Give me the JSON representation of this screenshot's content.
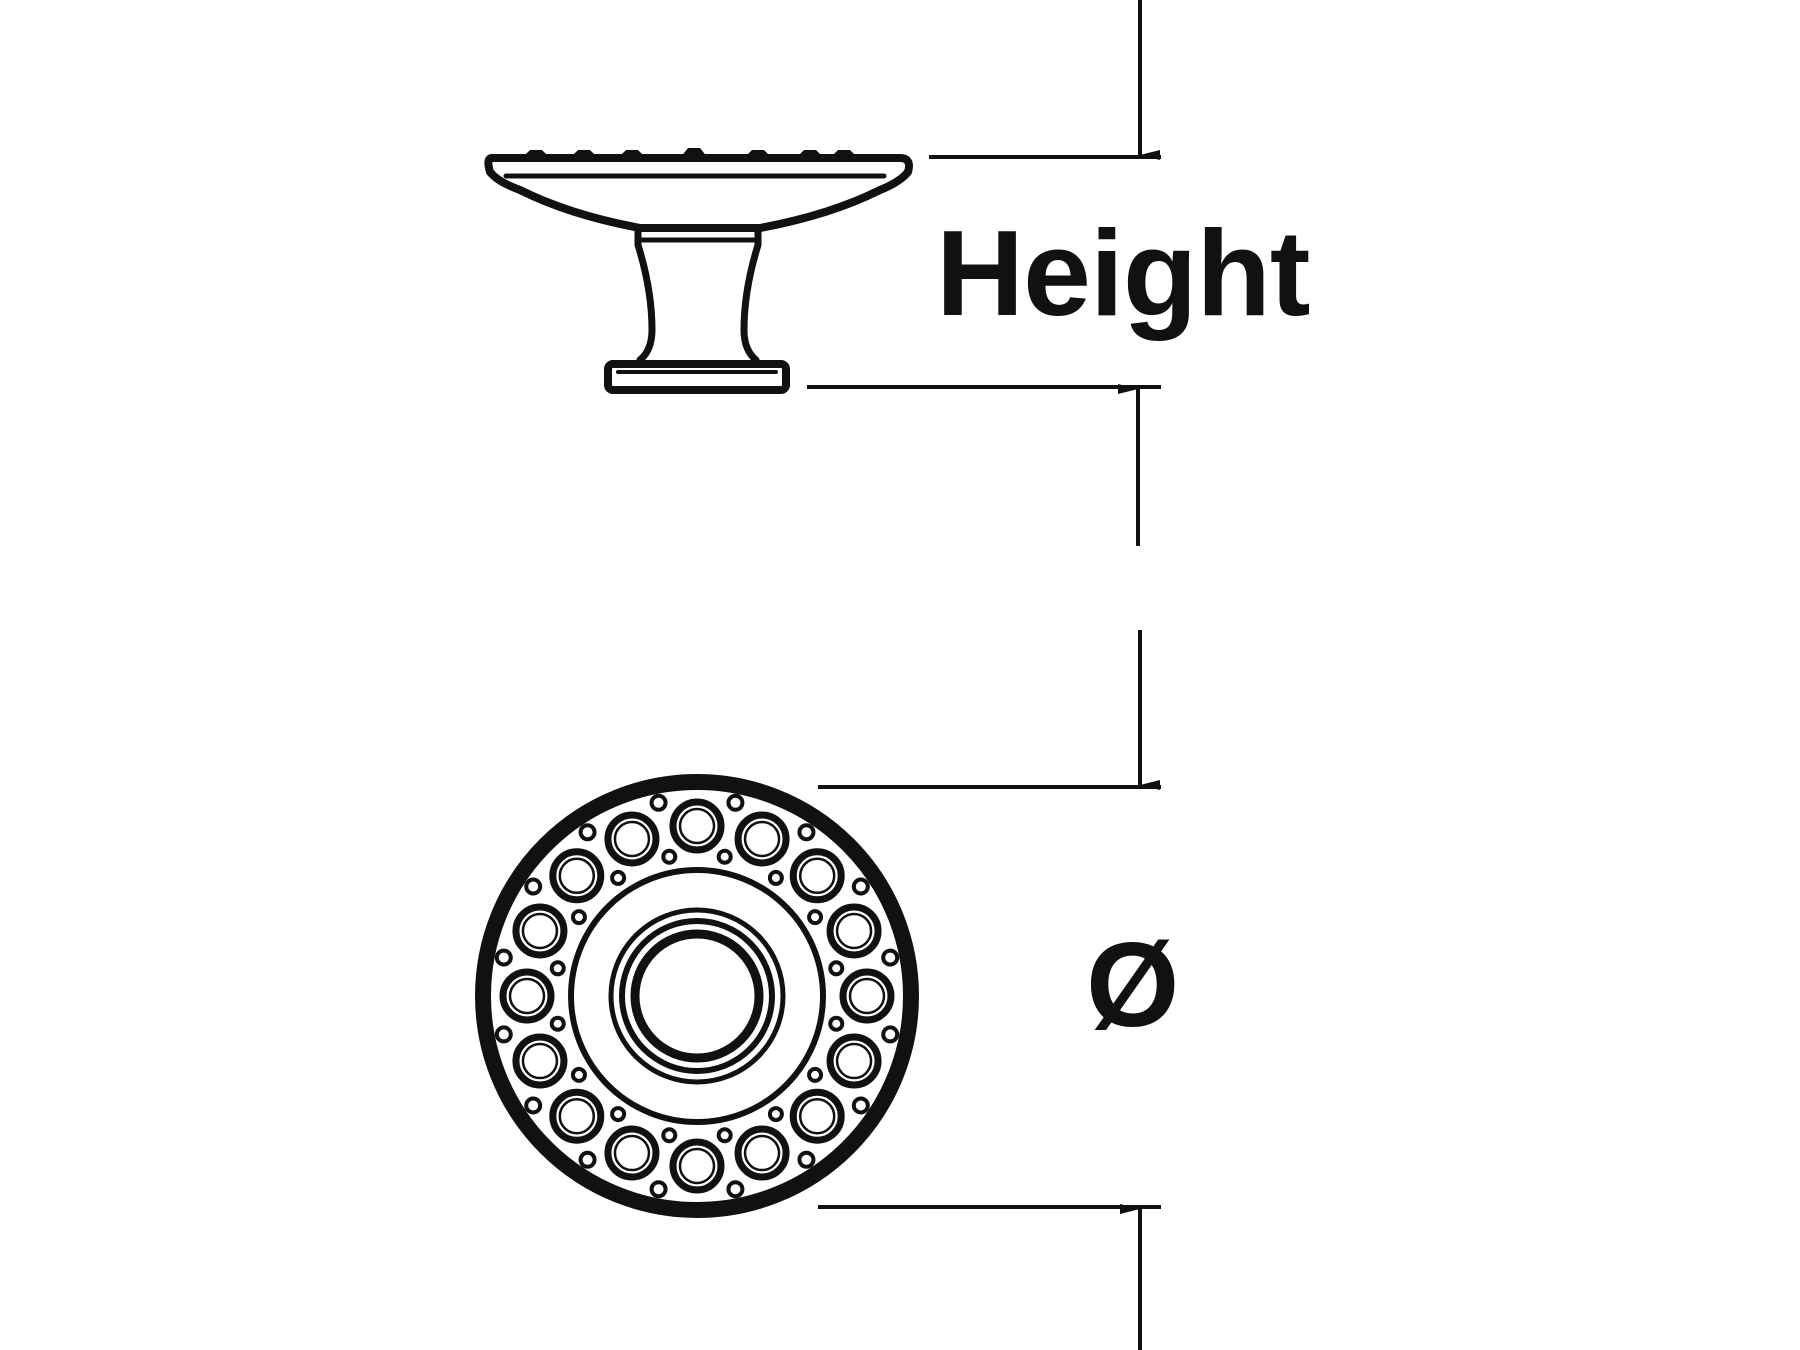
{
  "labels": {
    "height": "Height",
    "diameter": "Ø"
  },
  "colors": {
    "ink": "#111111",
    "background": "#ffffff"
  },
  "knob": {
    "bead_count": 16
  }
}
